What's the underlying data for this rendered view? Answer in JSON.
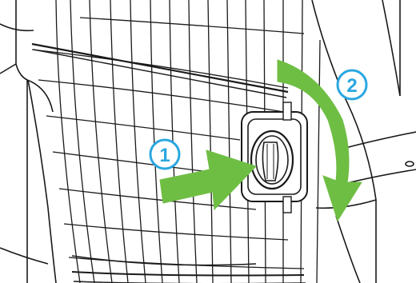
{
  "steps": [
    {
      "number": "1",
      "action": "push"
    },
    {
      "number": "2",
      "action": "rotate"
    }
  ],
  "colors": {
    "arrow": "#6fbe44",
    "badge_stroke": "#2aa7e0",
    "badge_fill": "#ffffff",
    "line": "#1a1a1a"
  }
}
